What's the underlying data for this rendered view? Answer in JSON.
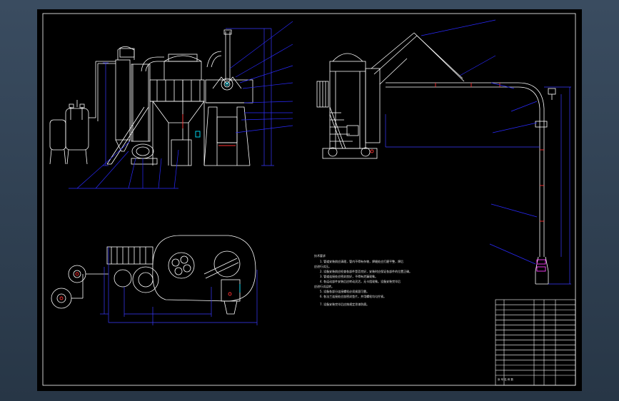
{
  "drawing": {
    "background": "#000000",
    "line_color": "#ffffff",
    "dimension_color": "#3a3aff",
    "leader_color": "#2a2aff",
    "accent_red": "#ff3030",
    "accent_magenta": "#ff40ff",
    "accent_cyan": "#00e5ff"
  },
  "notes": {
    "heading": "技术要求",
    "lines": [
      "1. 管道安装前应清理，管内不得有杂物，焊缝处应打磨平整，焊后",
      "应进行试压。",
      "2. 设备安装前应检查各部件是否完好，安装时应保证各部件的位置正确。",
      "3. 管道连接处应密封良好，不得有泄漏现象。",
      "4. 各运动部件安装后应转动灵活，无卡阻现象。设备安装完毕后",
      "应进行试运转。",
      "5. 设备各部分连接螺栓必须紧固可靠。",
      "6. 各法兰连接处应加密封垫片，并用螺栓均匀拧紧。",
      "7. 设备安装完毕后应按规定涂漆防腐。"
    ]
  },
  "title_block": {
    "rows": [
      "",
      "",
      "",
      "",
      "",
      "",
      "",
      "",
      "",
      "",
      "",
      "",
      "",
      "",
      ""
    ],
    "footer": "序 号 名 称 数"
  }
}
